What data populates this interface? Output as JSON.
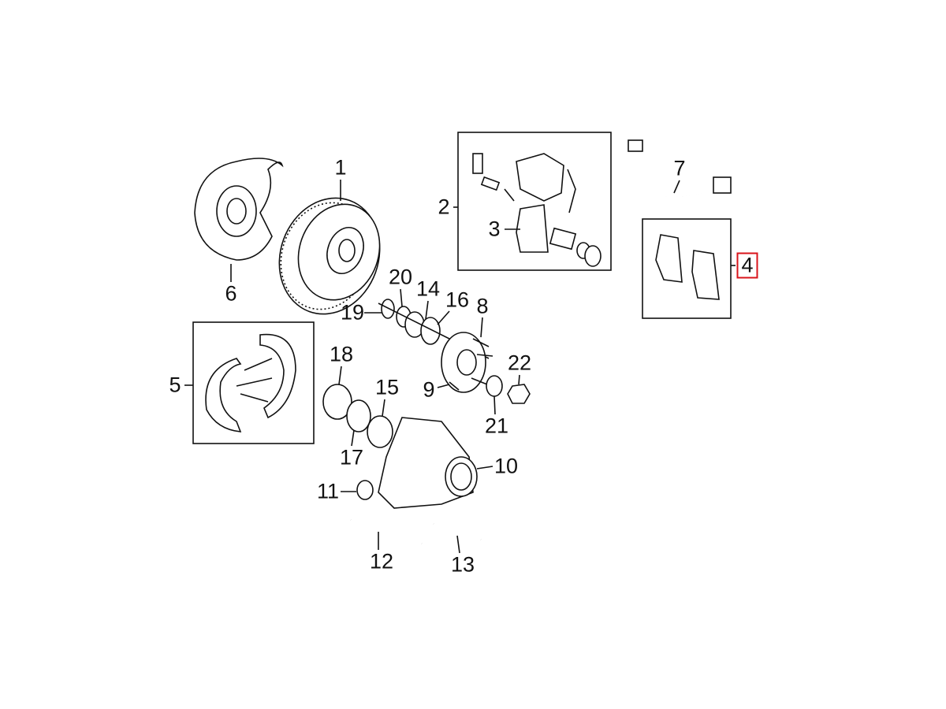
{
  "diagram": {
    "callouts": [
      {
        "id": "1",
        "label": "1"
      },
      {
        "id": "2",
        "label": "2"
      },
      {
        "id": "3",
        "label": "3"
      },
      {
        "id": "4",
        "label": "4",
        "highlighted": true
      },
      {
        "id": "5",
        "label": "5"
      },
      {
        "id": "6",
        "label": "6"
      },
      {
        "id": "7",
        "label": "7"
      },
      {
        "id": "8",
        "label": "8"
      },
      {
        "id": "9",
        "label": "9"
      },
      {
        "id": "10",
        "label": "10"
      },
      {
        "id": "11",
        "label": "11"
      },
      {
        "id": "12",
        "label": "12"
      },
      {
        "id": "13",
        "label": "13"
      },
      {
        "id": "14",
        "label": "14"
      },
      {
        "id": "15",
        "label": "15"
      },
      {
        "id": "16",
        "label": "16"
      },
      {
        "id": "17",
        "label": "17"
      },
      {
        "id": "18",
        "label": "18"
      },
      {
        "id": "19",
        "label": "19"
      },
      {
        "id": "20",
        "label": "20"
      },
      {
        "id": "21",
        "label": "21"
      },
      {
        "id": "22",
        "label": "22"
      }
    ],
    "highlight_color": "#d9141b"
  }
}
